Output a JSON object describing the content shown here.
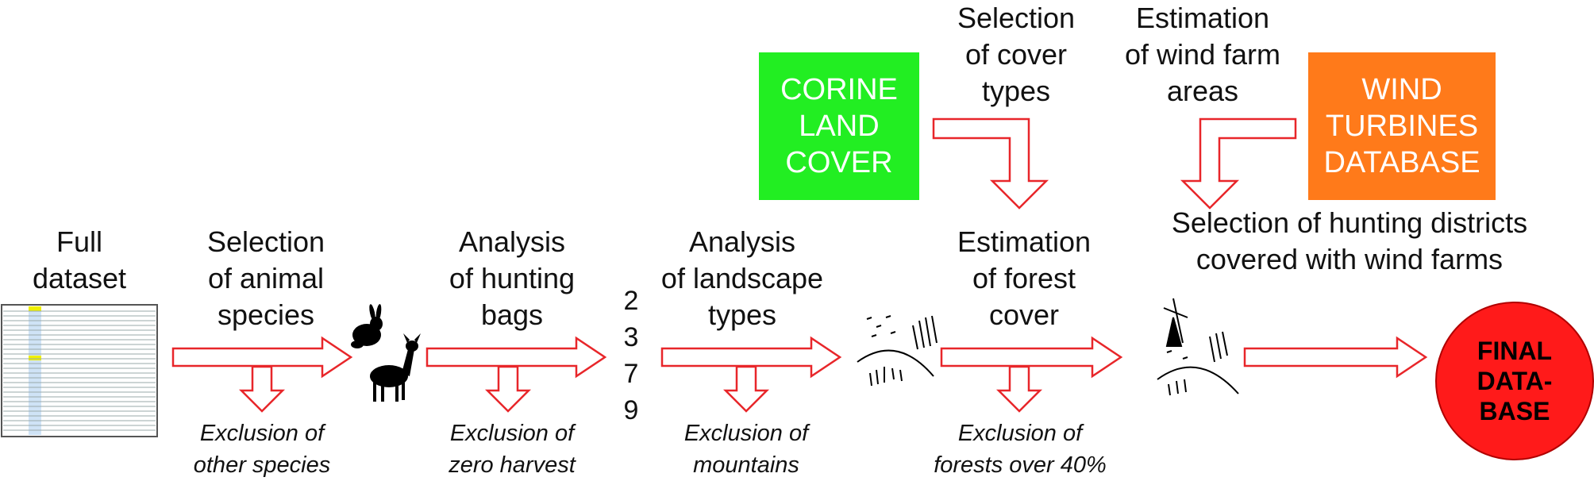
{
  "steps": {
    "full": "Full\ndataset",
    "species": "Selection\nof animal\nspecies",
    "bags": "Analysis\nof hunting\nbags",
    "landscape": "Analysis\nof landscape\ntypes",
    "forest": "Estimation\nof forest\ncover",
    "cover_types": "Selection\nof cover\ntypes",
    "wind_areas": "Estimation\nof wind farm\nareas",
    "districts": "Selection of hunting districts\ncovered with wind farms"
  },
  "exclusions": {
    "species": "Exclusion of\nother species",
    "bags": "Exclusion of\nzero harvest",
    "landscape": "Exclusion of\nmountains",
    "forest": "Exclusion of\nforests over 40%"
  },
  "boxes": {
    "corine": "CORINE\nLAND\nCOVER",
    "turbines": "WIND\nTURBINES\nDATABASE"
  },
  "landscape_numbers": [
    "2",
    "3",
    "7",
    "9"
  ],
  "final": "FINAL\nDATA-\nBASE",
  "colors": {
    "corine": "#22ee22",
    "turbines": "#ff7a1a",
    "final": "#ff1a1a",
    "arrow_stroke": "#e8262a"
  },
  "icons": [
    "spreadsheet-icon",
    "hare-icon",
    "deer-icon",
    "forest-hill-icon",
    "wind-turbine-icon"
  ]
}
